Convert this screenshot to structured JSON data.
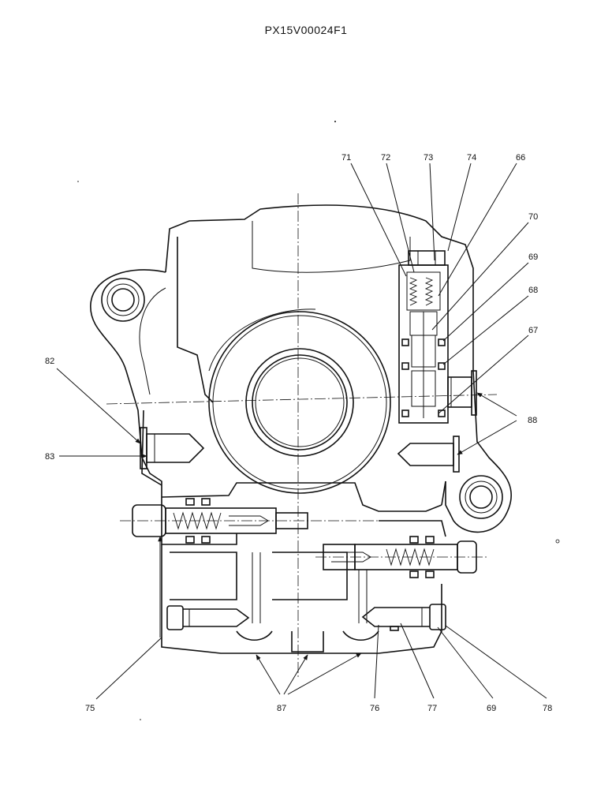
{
  "drawing": {
    "title": "PX15V00024F1"
  },
  "callouts": {
    "c71": "71",
    "c72": "72",
    "c73": "73",
    "c74": "74",
    "c66": "66",
    "c70": "70",
    "c69a": "69",
    "c68": "68",
    "c67": "67",
    "c88": "88",
    "c82": "82",
    "c83": "83",
    "c75": "75",
    "c87": "87",
    "c76": "76",
    "c77": "77",
    "c69b": "69",
    "c78": "78"
  },
  "colors": {
    "ink": "#111111",
    "paper": "#ffffff"
  }
}
